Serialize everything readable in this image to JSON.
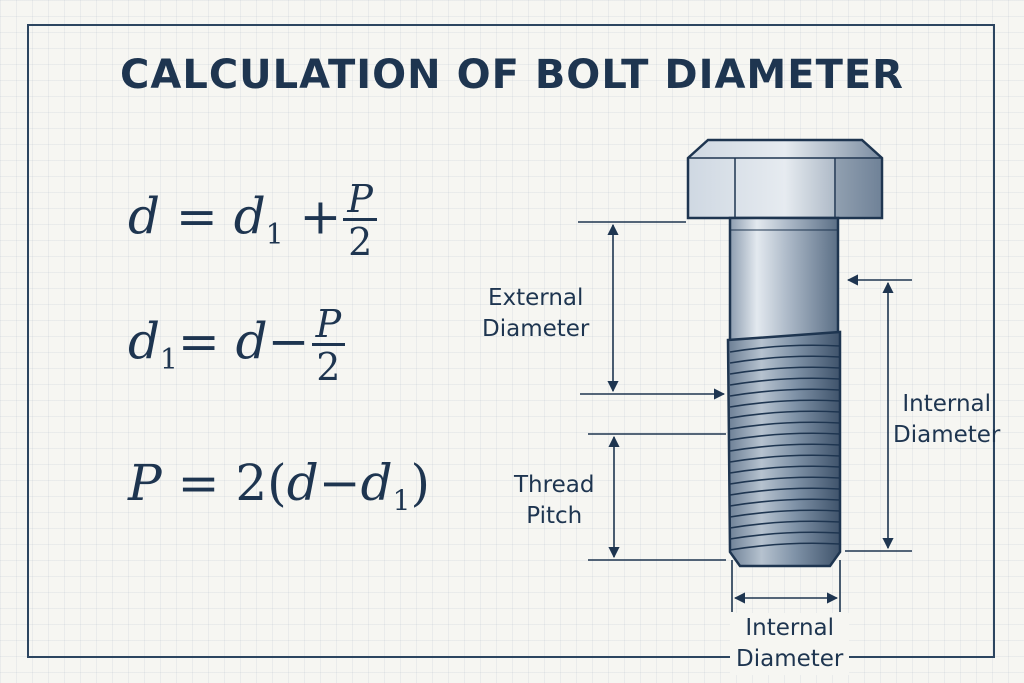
{
  "title": "CALCULATION OF BOLT DIAMETER",
  "formulas": {
    "f1": {
      "lhs": "d",
      "eq": "=",
      "term": "d",
      "sub": "1",
      "op": "+",
      "num": "P",
      "den": "2"
    },
    "f2": {
      "lhs": "d",
      "sub_lhs": "1",
      "eq": "=",
      "term": "d",
      "op": "−",
      "num": "P",
      "den": "2"
    },
    "f3": {
      "lhs": "P",
      "eq": "=",
      "coef": "2(",
      "term": "d",
      "op": "−",
      "term2": "d",
      "sub": "1",
      "close": ")"
    }
  },
  "labels": {
    "external_diameter": [
      "External",
      "Diameter"
    ],
    "thread_pitch": [
      "Thread",
      "Pitch"
    ],
    "internal_diameter_right": [
      "Internal",
      "Diameter"
    ],
    "internal_diameter_bottom": [
      "Internal",
      "Diameter"
    ]
  },
  "colors": {
    "ink": "#1e3550",
    "bolt_light": "#c9d3de",
    "bolt_dark": "#4a5f78"
  }
}
